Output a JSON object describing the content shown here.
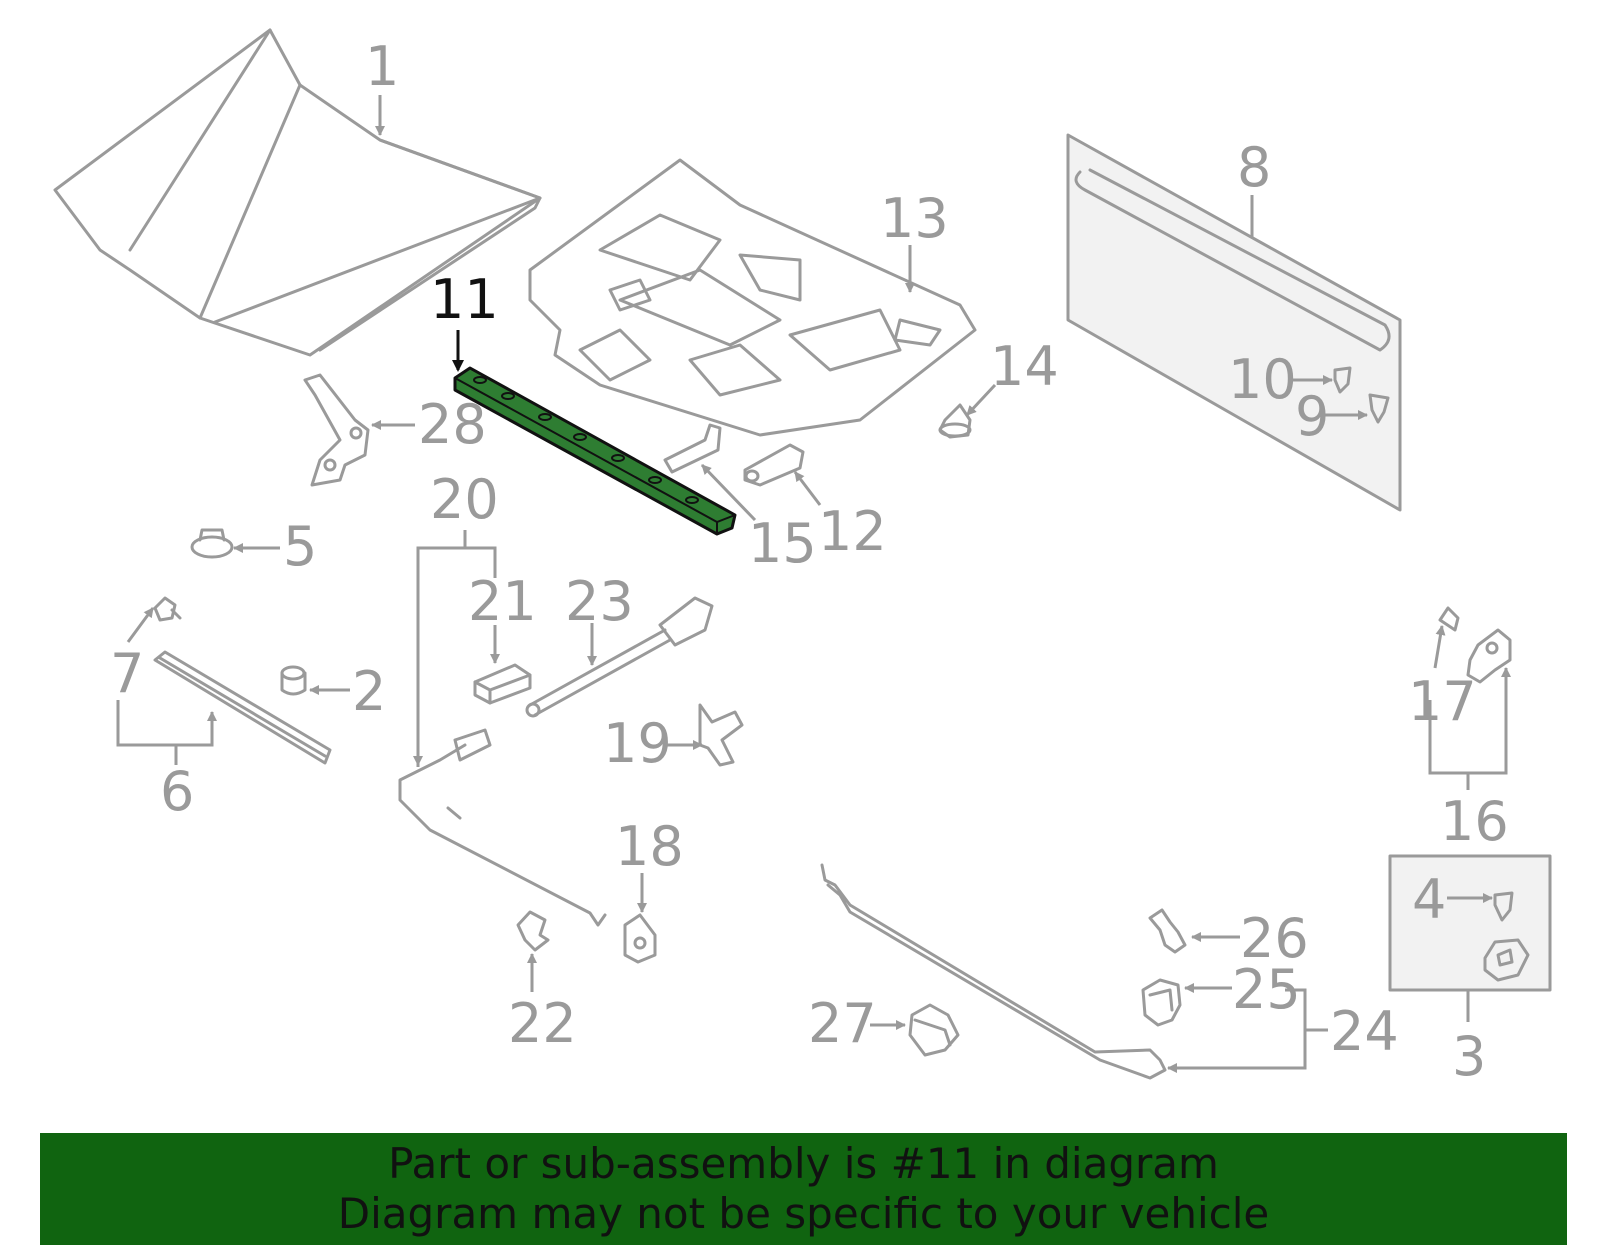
{
  "diagram": {
    "highlight_color": "#2e7d32",
    "part_color": "#9a9a9a",
    "callouts": {
      "c1": "1",
      "c2": "2",
      "c3": "3",
      "c4": "4",
      "c5": "5",
      "c6": "6",
      "c7": "7",
      "c8": "8",
      "c9": "9",
      "c10": "10",
      "c11": "11",
      "c12": "12",
      "c13": "13",
      "c14": "14",
      "c15": "15",
      "c16": "16",
      "c17": "17",
      "c18": "18",
      "c19": "19",
      "c20": "20",
      "c21": "21",
      "c22": "22",
      "c23": "23",
      "c24": "24",
      "c25": "25",
      "c26": "26",
      "c27": "27",
      "c28": "28"
    }
  },
  "banner": {
    "line1": "Part or sub-assembly is #11 in diagram",
    "line2": "Diagram may not be specific to your vehicle",
    "background": "#106410"
  }
}
